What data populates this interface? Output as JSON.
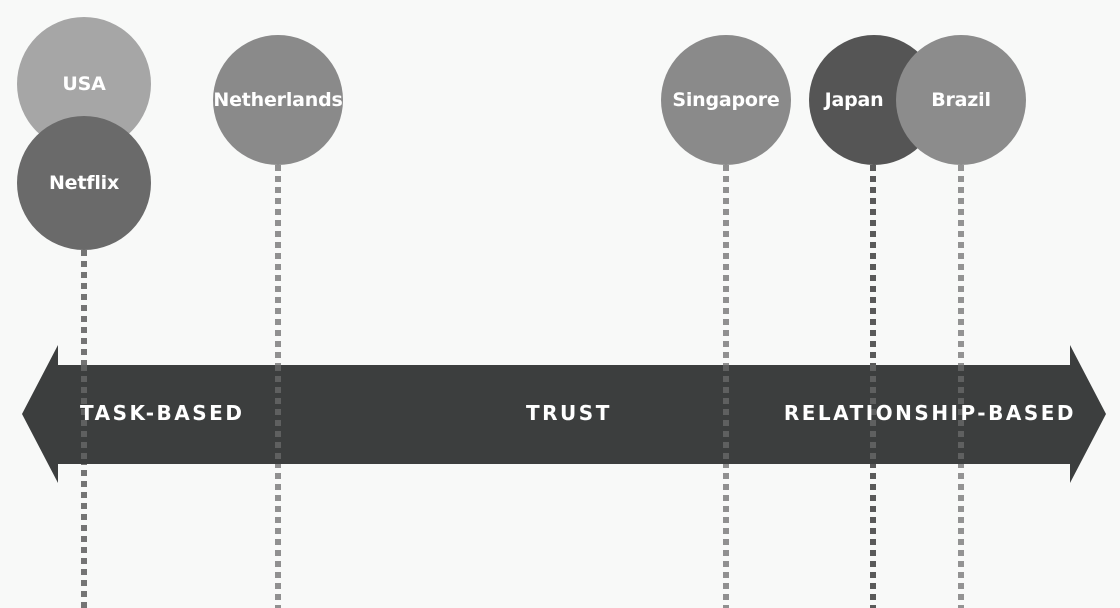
{
  "scale": {
    "left_label": "TASK-BASED",
    "center_label": "TRUST",
    "right_label": "RELATIONSHIP-BASED"
  },
  "markers": [
    {
      "name": "USA",
      "color": "#a6a6a6"
    },
    {
      "name": "Netflix",
      "color": "#6a6a6a"
    },
    {
      "name": "Netherlands",
      "color": "#8a8a8a"
    },
    {
      "name": "Singapore",
      "color": "#8a8a8a"
    },
    {
      "name": "Japan",
      "color": "#555555"
    },
    {
      "name": "Brazil",
      "color": "#8c8c8c"
    }
  ],
  "colors": {
    "background": "#f8f9f8",
    "arrow": "#3c3e3e",
    "label_text": "#ffffff"
  }
}
